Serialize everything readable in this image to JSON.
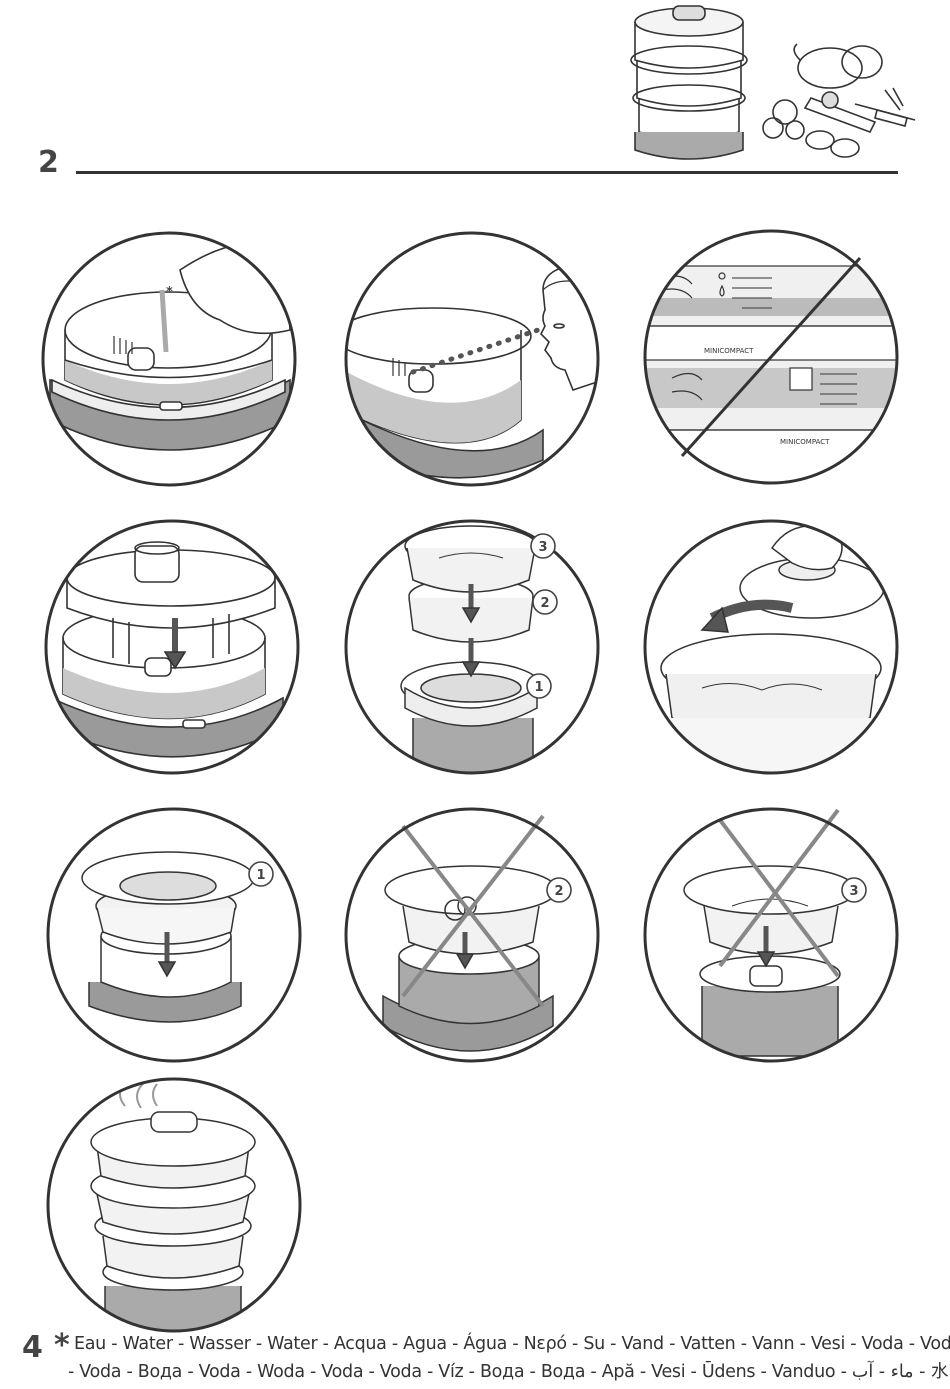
{
  "page": {
    "section_number": "2",
    "page_number": "4"
  },
  "illustrations": {
    "water_asterisk": "*",
    "panel_brand_1": "MINICOMPACT",
    "panel_brand_2": "MINICOMPACT",
    "basket_numbers": [
      "3",
      "2",
      "1"
    ],
    "single_basket_number": "1",
    "wrong_basket_2": "2",
    "wrong_basket_3": "3"
  },
  "footnote": {
    "marker": "*",
    "line1": "Eau - Water - Wasser - Water - Acqua - Agua - Água - Νερό - Su - Vand - Vatten - Vann - Vesi - Voda  - Voda",
    "line2": "- Voda - Вода - Voda - Woda - Voda - Voda - Víz - Вода  - Вода - Apă - Vesi  - Ūdens - Vanduo - ماء - آب - 水"
  },
  "colors": {
    "line": "#333333",
    "water_fill": "#c8c8c8",
    "base_fill": "#9a9a9a",
    "dark_fill": "#7a7a7a"
  }
}
